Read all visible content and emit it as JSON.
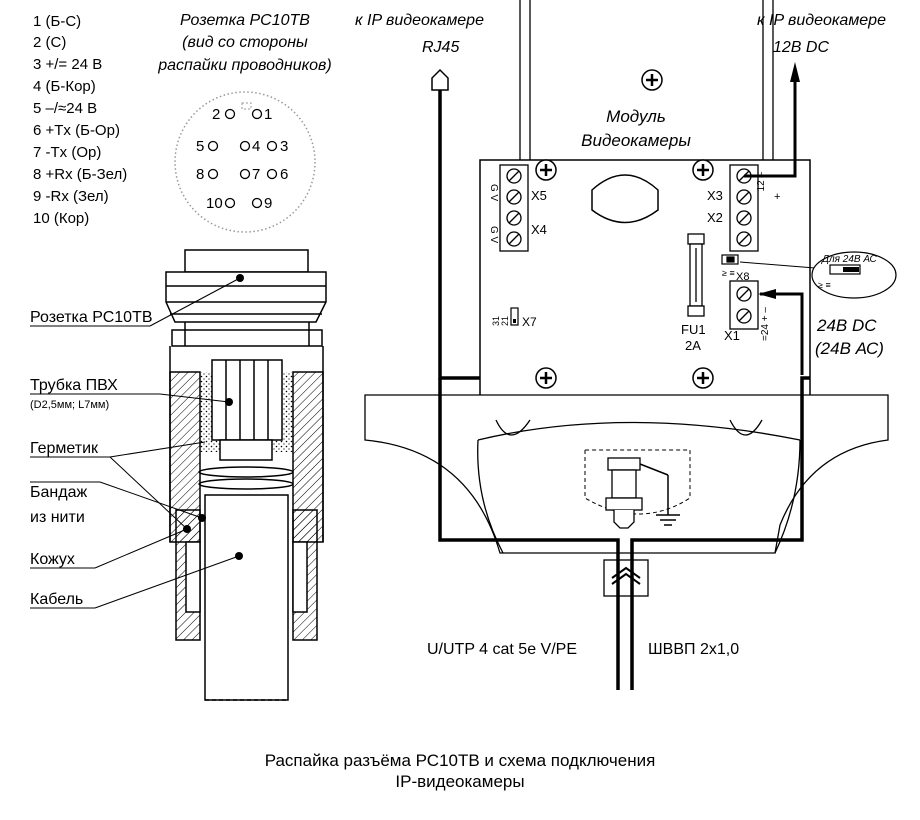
{
  "pinout": {
    "items": [
      "1 (Б-С)",
      "2 (С)",
      "3 +/= 24 В",
      "4 (Б-Кор)",
      "5 –/≈24 В",
      "6 +Tx (Б-Ор)",
      "7 -Tx (Ор)",
      "8 +Rx (Б-Зел)",
      "9 -Rx (Зел)",
      "10 (Кор)"
    ]
  },
  "socket_title": [
    "Розетка РС10ТВ",
    "(вид со стороны",
    "распайки проводников)"
  ],
  "socket_pins": [
    "2",
    "1",
    "5",
    "4",
    "3",
    "8",
    "7",
    "6",
    "10",
    "9"
  ],
  "section_labels": {
    "socket": "Розетка РС10ТВ",
    "tube": "Трубка ПВХ",
    "tube_size": "(D2,5мм; L7мм)",
    "sealant": "Герметик",
    "bandage_1": "Бандаж",
    "bandage_2": "из нити",
    "casing": "Кожух",
    "cable": "Кабель"
  },
  "camera": {
    "to_camera_left": "к IP видеокамере",
    "rj45": "RJ45",
    "to_camera_right": "к IP видеокамере",
    "dc12": "12В DC",
    "module_1": "Модуль",
    "module_2": "Видеокамеры",
    "x5": "X5",
    "x4": "X4",
    "x3": "X3",
    "x2": "X2",
    "x8": "X8",
    "x7": "X7",
    "x1": "X1",
    "gv1": "G V",
    "gv2": "G V",
    "x3_pins": "12 –",
    "x3_plus": "+",
    "x7_pins_a": "31",
    "x7_pins_b": "21",
    "fu1": "FU1",
    "fu1_rating": "2A",
    "x1_pins": "=24 + –",
    "x8_pins": "≥ ≡",
    "jumper_note": "Для 24В АС",
    "jumper_pins": "≥ ≡",
    "dc24": "24В DC",
    "ac24": "(24В АС)",
    "cable_utp": "U/UTP 4 cat 5e V/PE",
    "cable_power": "ШВВП 2х1,0"
  },
  "caption": {
    "line1": "Распайка разъёма РС10ТВ и схема подключения",
    "line2": "IP-видеокамеры"
  }
}
